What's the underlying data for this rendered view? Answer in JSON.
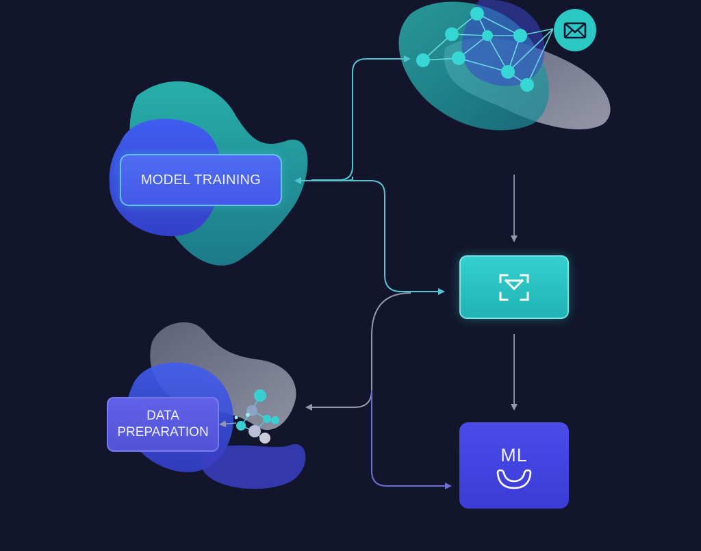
{
  "nodes": {
    "model_training": "MODEL TRAINING",
    "data_preparation_line1": "DATA",
    "data_preparation_line2": "PREPARATION",
    "ml": "ML"
  },
  "icons": {
    "mail_box": "envelope-check-icon",
    "mail_badge": "envelope-icon",
    "ml_box": "smile-icon",
    "network": "network-graph-icon"
  },
  "colors": {
    "background": "#12152b",
    "teal": "#2ec9c9",
    "blue": "#4a5cf0",
    "indigo": "#5555e0",
    "gray": "#9b9eb2",
    "connector_teal": "#55c6cf",
    "connector_gray": "#9597ab"
  }
}
